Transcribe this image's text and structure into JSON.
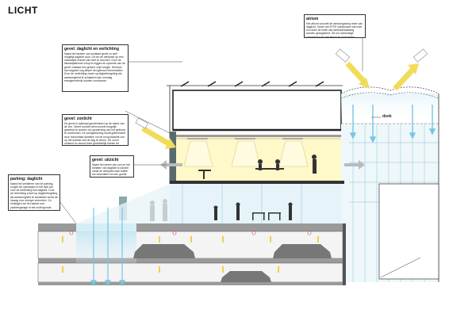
{
  "title": "LICHT",
  "notes": {
    "atrium": {
      "title": "atrium",
      "body": "Het atrium voorziet de werkomgeving meer van daglicht. Onder het ETFE luchtkussen kan met zon doek de mate van lichtweerkaatsing worden gereguleerd. Dit om overmatige opwarming van het atrium te voorkomen."
    },
    "gevel_daglicht": {
      "title": "gevel: daglicht en verlichting",
      "body": "Naast het westen van zuidkant gevel zo veel mogelijk daglicht door. Dit om de werkplek op een natuurlijke manier van licht te voorzien. Door de klimaatplafonds volop te leggen en opzichte van de gevel ontstaat een grotere vrije hoogte. Hierdoor kan daglicht nog dieper het gebouw binnenvallen. Door de verlichting zowel op daglichtregeling als aanwezigheid te schakelen kan onnodig energieverbruik worden voorkomen."
    },
    "gevel_zonlicht": {
      "title": "gevel: zonlicht",
      "body": "De gevel is optimaal georiënteerd op de stand van de zon. Direct zonlicht dient zoveel mogelijk geweerd te worden om opwarming van het gebouw te voorkomen. De zonlightwering wordt gekenmerkt door horizontale lamellen om de hoog staande zon op het warmst van de dag te weren. De zon in ochtend en avond komt gedeeltelijk binnen ter verlichting."
    },
    "gevel_uitzicht": {
      "title": "gevel: uitzicht",
      "body": "Naast het weren van zon en het toelaten van daglicht is uitzicht vanaf de werkplek naar buiten toe essentieel om een goede werkomgeving mogelijk te maken."
    },
    "parking": {
      "title": "parking: daglicht",
      "body": "Naast het ventileren van de parking, zorgen de openingen in het dak ook voor de toetreding van daglicht. Door de verlichting zowel op daglichtregeling als aanwezigheid te schakelen wordt de inzaag voor energie vermeden. Zo verkrijgen we het aantal voor parkeergarage in het ondergronds."
    }
  },
  "labels": {
    "doek": "doek"
  },
  "colors": {
    "sun_arrow": "#f3e36a",
    "glass": "#cfe7ee",
    "light_beam": "#fff4b8",
    "parking_band": "#9a9a9a",
    "car": "#777777",
    "blue_arrow": "#76c6e3"
  }
}
